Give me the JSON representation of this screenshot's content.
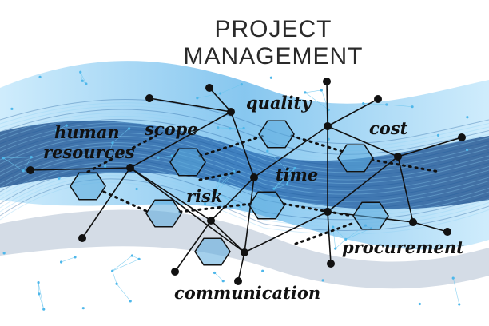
{
  "title": {
    "line1": "PROJECT",
    "line2": "MANAGEMENT"
  },
  "labels": {
    "human": "human",
    "resources": "resources",
    "scope": "scope",
    "quality": "quality",
    "cost": "cost",
    "time": "time",
    "risk": "risk",
    "procurement": "procurement",
    "communication": "communication"
  },
  "colors": {
    "wave_dark": "#1f5b9a",
    "wave_light": "#8fd0f4",
    "hexagon": "#5aa9dd",
    "lines": "#111111"
  }
}
